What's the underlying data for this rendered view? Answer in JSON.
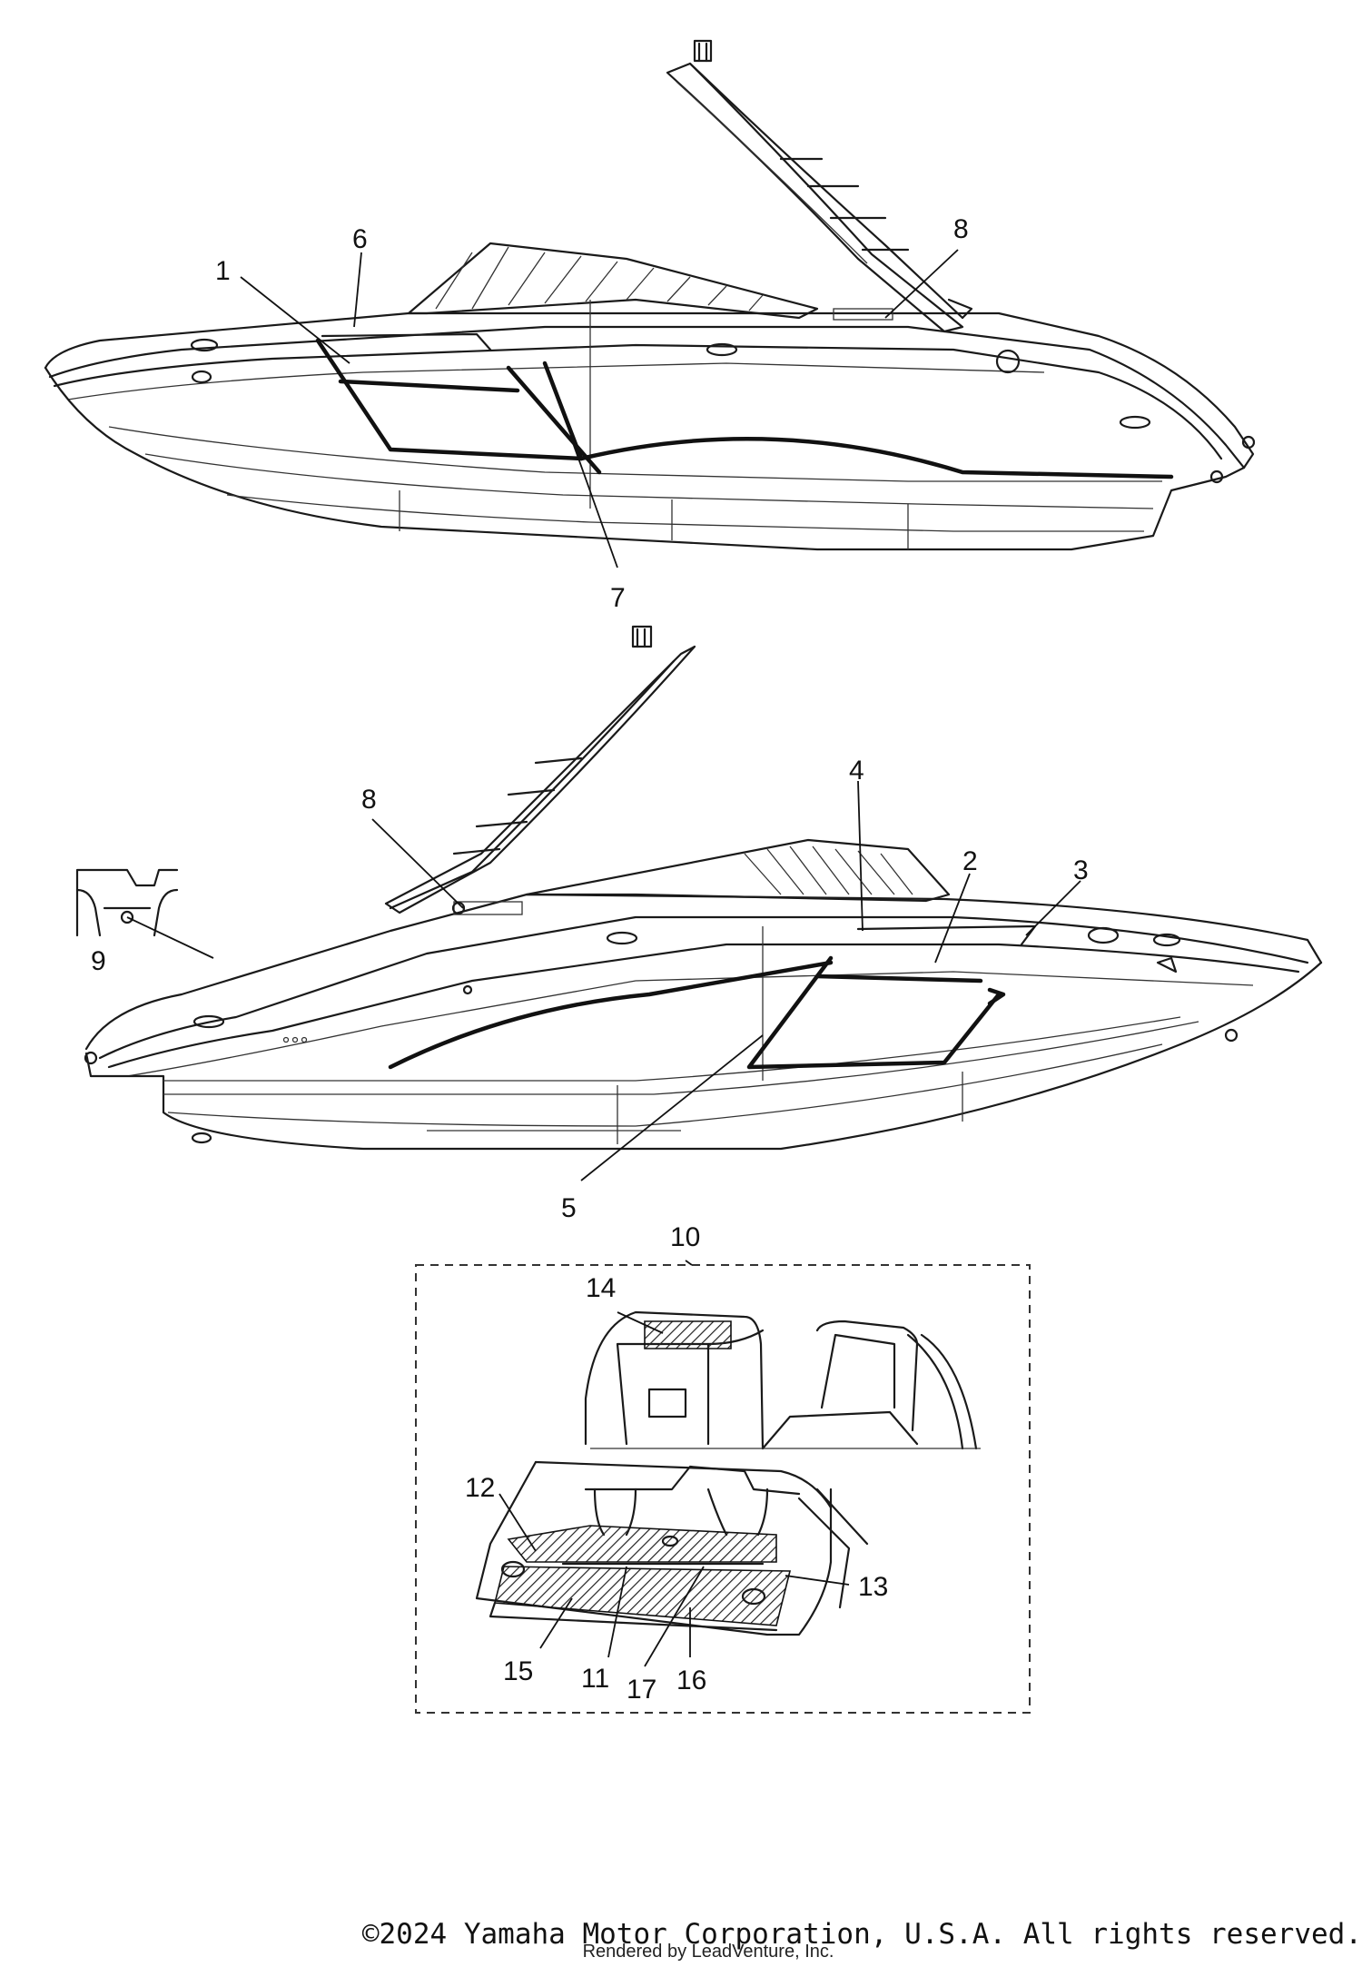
{
  "callouts": {
    "c1": "1",
    "c2": "2",
    "c3": "3",
    "c4": "4",
    "c5": "5",
    "c6": "6",
    "c7": "7",
    "c8a": "8",
    "c8b": "8",
    "c9": "9",
    "c10": "10",
    "c11": "11",
    "c12": "12",
    "c13": "13",
    "c14": "14",
    "c15": "15",
    "c16": "16",
    "c17": "17"
  },
  "footer": {
    "copyright": "©2024 Yamaha Motor Corporation, U.S.A. All rights reserved.",
    "rendered_by": "Rendered by LeadVenture, Inc."
  }
}
